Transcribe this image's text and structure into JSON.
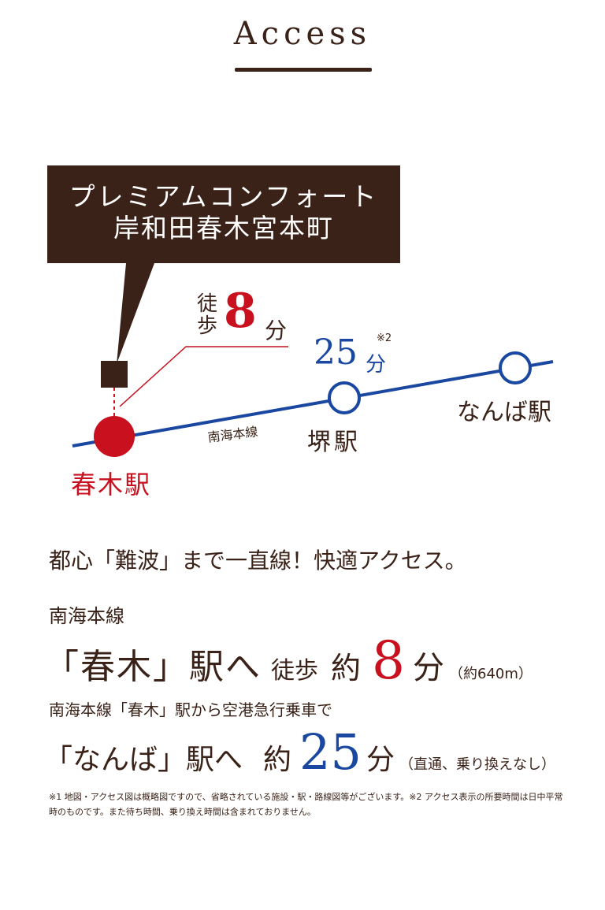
{
  "title": "Access",
  "callout": {
    "line1": "プレミアムコンフォート",
    "line2": "岸和田春木宮本町"
  },
  "map": {
    "walk_label": "徒歩",
    "walk_minutes": "8",
    "walk_unit": "分",
    "train_minutes": "25",
    "train_unit": "分",
    "train_note": "※2",
    "line_name": "南海本線",
    "stations": {
      "haruki": "春木駅",
      "sakai": "堺駅",
      "namba": "なんば駅"
    },
    "colors": {
      "red": "#c8101e",
      "blue": "#1a47a0",
      "brown": "#3a2218"
    }
  },
  "headline": "都心「難波」まで一直線！快適アクセス。",
  "access1": {
    "line": "南海本線",
    "station": "「春木」駅へ",
    "walk": "徒歩",
    "approx": "約",
    "minutes": "8",
    "unit": "分",
    "distance": "（約640m）"
  },
  "access2": {
    "desc": "南海本線「春木」駅から空港急行乗車で",
    "station": "「なんば」駅へ",
    "approx": "約",
    "minutes": "25",
    "unit": "分",
    "note": "（直通、乗り換えなし）"
  },
  "footnote": "※1 地図・アクセス図は概略図ですので、省略されている施設・駅・路線図等がございます。※2 アクセス表示の所要時間は日中平常時のものです。また待ち時間、乗り換え時間は含まれておりません。"
}
